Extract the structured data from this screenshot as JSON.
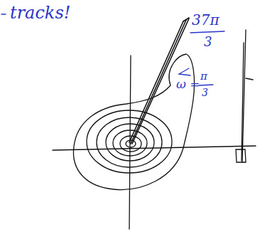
{
  "diagram": {
    "labels": [
      "tracks!",
      "37π",
      "3",
      "ω =",
      "π",
      "3"
    ]
  }
}
